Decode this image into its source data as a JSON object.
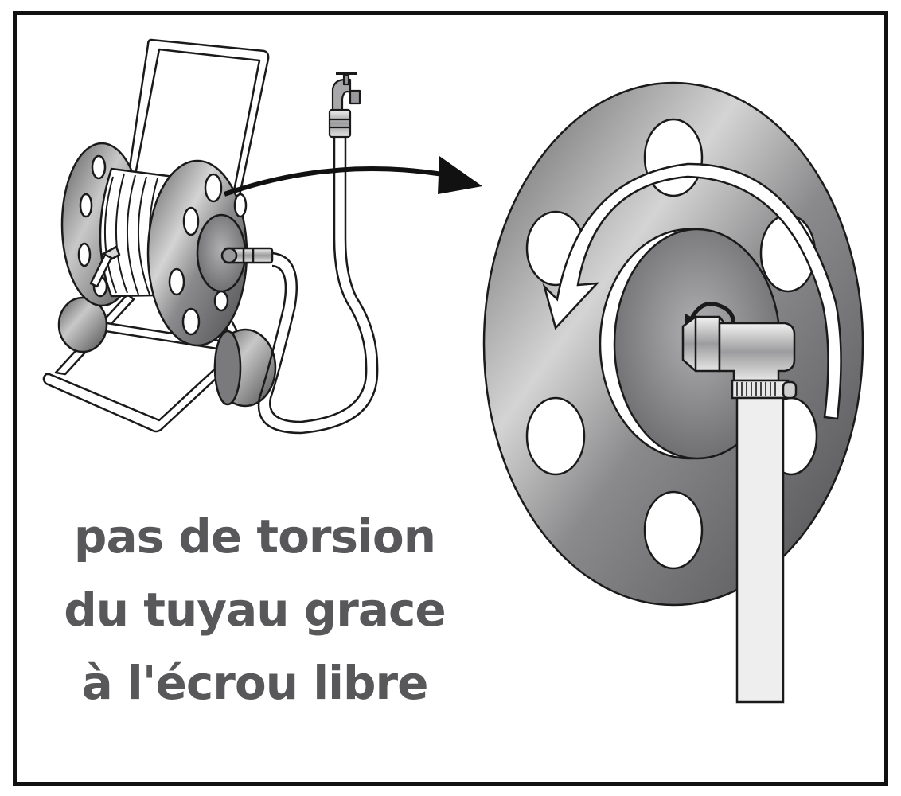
{
  "caption": {
    "line1": "pas de torsion",
    "line2": "du tuyau grace",
    "line3": "à l'écrou libre"
  },
  "colors": {
    "frame": "#111111",
    "caption_text": "#58585a",
    "metal_dark": "#6e6e70",
    "metal_light": "#d8d8d8",
    "outline": "#1a1a1a"
  }
}
